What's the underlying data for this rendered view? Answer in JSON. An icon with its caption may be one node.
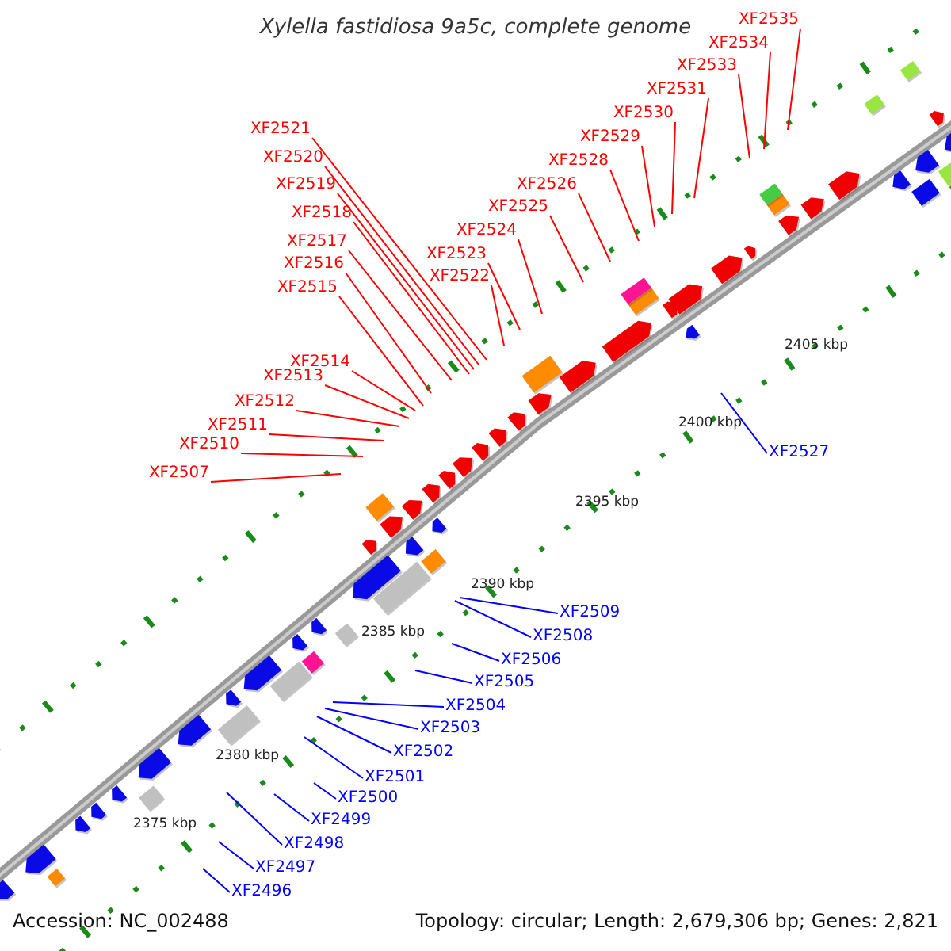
{
  "diagram": {
    "title": "Xylella fastidiosa 9a5c, complete genome",
    "nodes": [
      {
        "text": [
          "XF2521"
        ]
      },
      {
        "text": [
          "XF2520"
        ]
      },
      {
        "text": [
          "XF2519"
        ]
      },
      {
        "text": [
          "XF2518"
        ]
      },
      {
        "text": [
          "XF2517"
        ]
      },
      {
        "text": [
          "XF2516"
        ]
      },
      {
        "text": [
          "XF2515"
        ]
      },
      {
        "text": [
          "XF2514"
        ]
      },
      {
        "text": [
          "XF2513"
        ]
      },
      {
        "text": [
          "XF2512"
        ]
      },
      {
        "text": [
          "XF2511"
        ]
      },
      {
        "text": [
          "XF2510"
        ]
      },
      {
        "text": [
          "XF2507"
        ]
      },
      {
        "text": [
          "XF2522"
        ]
      },
      {
        "text": [
          "XF2523"
        ]
      },
      {
        "text": [
          "XF2524"
        ]
      },
      {
        "text": [
          "XF2525"
        ]
      },
      {
        "text": [
          "XF2526"
        ]
      },
      {
        "text": [
          "XF2528"
        ]
      },
      {
        "text": [
          "XF2529"
        ]
      },
      {
        "text": [
          "XF2530"
        ]
      },
      {
        "text": [
          "XF2531"
        ]
      },
      {
        "text": [
          "XF2533"
        ]
      },
      {
        "text": [
          "XF2534"
        ]
      },
      {
        "text": [
          "XF2535"
        ]
      },
      {
        "text": [
          "XF2527"
        ]
      },
      {
        "text": [
          "XF2509"
        ]
      },
      {
        "text": [
          "XF2508"
        ]
      },
      {
        "text": [
          "XF2506"
        ]
      },
      {
        "text": [
          "XF2505"
        ]
      },
      {
        "text": [
          "XF2504"
        ]
      },
      {
        "text": [
          "XF2503"
        ]
      },
      {
        "text": [
          "XF2502"
        ]
      },
      {
        "text": [
          "XF2501"
        ]
      },
      {
        "text": [
          "XF2500"
        ]
      },
      {
        "text": [
          "XF2499"
        ]
      },
      {
        "text": [
          "XF2498"
        ]
      },
      {
        "text": [
          "XF2497"
        ]
      },
      {
        "text": [
          "XF2496"
        ]
      }
    ],
    "edges": [
      {
        "from": 0,
        "to": null,
        "arrow": "none"
      },
      {
        "from": 1,
        "to": null,
        "arrow": "none"
      },
      {
        "from": 2,
        "to": null,
        "arrow": "none"
      },
      {
        "from": 3,
        "to": null,
        "arrow": "none"
      },
      {
        "from": 4,
        "to": null,
        "arrow": "none"
      },
      {
        "from": 5,
        "to": null,
        "arrow": "none"
      },
      {
        "from": 6,
        "to": null,
        "arrow": "none"
      },
      {
        "from": 7,
        "to": null,
        "arrow": "none"
      },
      {
        "from": 8,
        "to": null,
        "arrow": "none"
      },
      {
        "from": 9,
        "to": null,
        "arrow": "none"
      },
      {
        "from": 10,
        "to": null,
        "arrow": "none"
      },
      {
        "from": 11,
        "to": null,
        "arrow": "none"
      },
      {
        "from": 12,
        "to": null,
        "arrow": "none"
      },
      {
        "from": 13,
        "to": null,
        "arrow": "none"
      },
      {
        "from": 14,
        "to": null,
        "arrow": "none"
      },
      {
        "from": 15,
        "to": null,
        "arrow": "none"
      },
      {
        "from": 16,
        "to": null,
        "arrow": "none"
      },
      {
        "from": 17,
        "to": null,
        "arrow": "none"
      },
      {
        "from": 18,
        "to": null,
        "arrow": "none"
      },
      {
        "from": 19,
        "to": null,
        "arrow": "none"
      },
      {
        "from": 20,
        "to": null,
        "arrow": "none"
      },
      {
        "from": 21,
        "to": null,
        "arrow": "none"
      },
      {
        "from": 22,
        "to": null,
        "arrow": "none"
      },
      {
        "from": 23,
        "to": null,
        "arrow": "none"
      },
      {
        "from": 24,
        "to": null,
        "arrow": "none"
      },
      {
        "from": 25,
        "to": null,
        "arrow": "none",
        "color": "#0000ff"
      },
      {
        "from": 26,
        "to": null,
        "arrow": "none",
        "color": "#0000ff"
      },
      {
        "from": 27,
        "to": null,
        "arrow": "none",
        "color": "#0000ff"
      },
      {
        "from": 28,
        "to": null,
        "arrow": "none",
        "color": "#0000ff"
      },
      {
        "from": 29,
        "to": null,
        "arrow": "none",
        "color": "#0000ff"
      },
      {
        "from": 30,
        "to": null,
        "arrow": "none",
        "color": "#0000ff"
      },
      {
        "from": 31,
        "to": null,
        "arrow": "none",
        "color": "#0000ff"
      },
      {
        "from": 32,
        "to": null,
        "arrow": "none",
        "color": "#0000ff"
      },
      {
        "from": 33,
        "to": null,
        "arrow": "none",
        "color": "#0000ff"
      },
      {
        "from": 34,
        "to": null,
        "arrow": "none",
        "color": "#0000ff"
      },
      {
        "from": 35,
        "to": null,
        "arrow": "none",
        "color": "#0000ff"
      },
      {
        "from": 36,
        "to": null,
        "arrow": "none",
        "color": "#0000ff"
      },
      {
        "from": 37,
        "to": null,
        "arrow": "none",
        "color": "#0000ff"
      },
      {
        "from": 38,
        "to": null,
        "arrow": "none",
        "color": "#0000ff"
      }
    ],
    "labels": [
      "2405 kbp",
      "2400 kbp",
      "2395 kbp",
      "2390 kbp",
      "2385 kbp",
      "2380 kbp",
      "2375 kbp",
      "Accession: NC_002488",
      "Topology: circular; Length: 2,679,306 bp; Genes: 2,821"
    ]
  }
}
